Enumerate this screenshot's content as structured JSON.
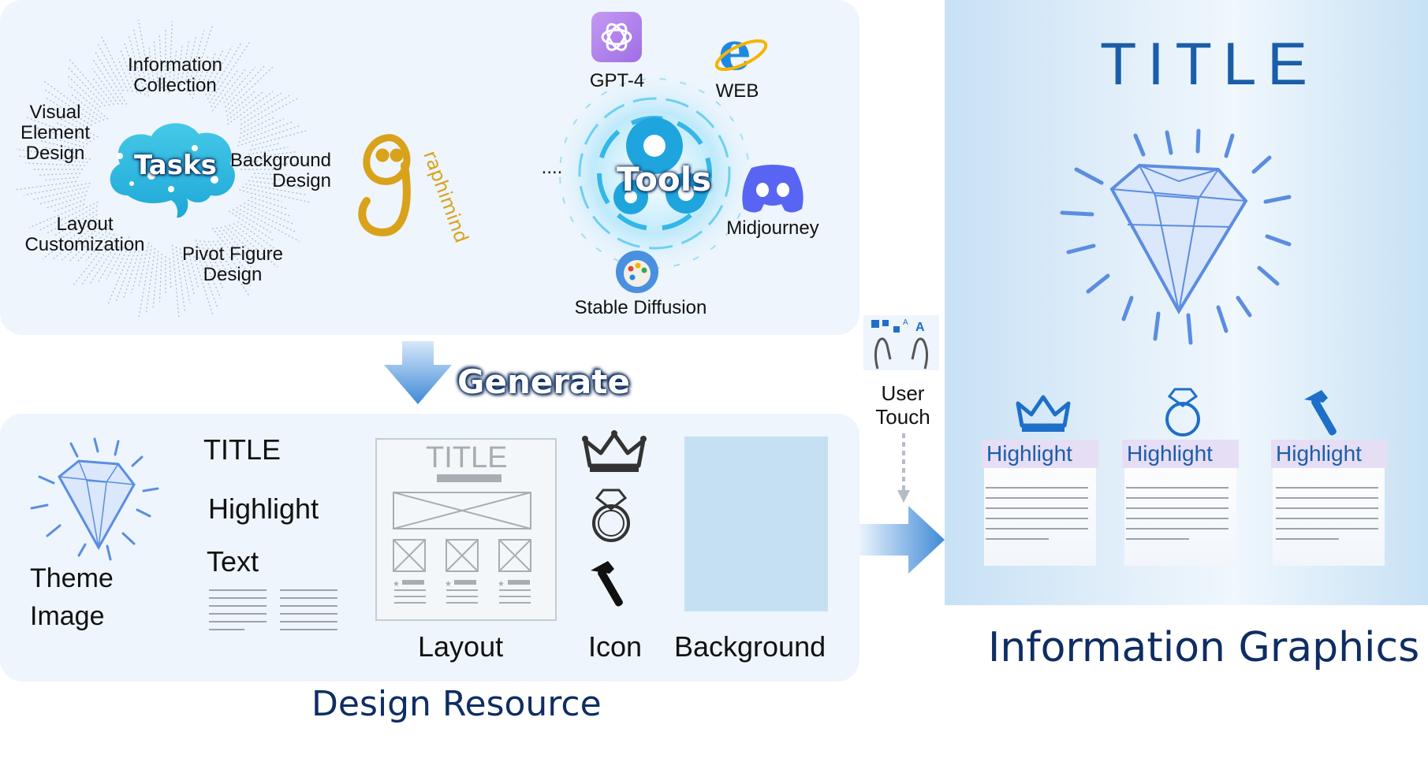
{
  "tasks_panel": {
    "center_label": "Tasks",
    "task_labels": {
      "info": "Information\nCollection",
      "visual": "Visual\nElement\nDesign",
      "background": "Background\nDesign",
      "layout": "Layout\nCustomization",
      "pivot": "Pivot Figure\nDesign"
    },
    "tools_label": "Tools",
    "ellipsis": "....",
    "tools": {
      "gpt": "GPT-4",
      "web": "WEB",
      "midjourney": "Midjourney",
      "stable": "Stable Diffusion"
    }
  },
  "generate_label": "Generate",
  "resource_panel": {
    "theme_image": "Theme\nImage",
    "title": "TITLE",
    "highlight": "Highlight",
    "text": "Text",
    "layout_title": "TITLE",
    "layout": "Layout",
    "icon": "Icon",
    "background": "Background",
    "caption": "Design Resource"
  },
  "user_touch": "User\nTouch",
  "infographic": {
    "title": "TITLE",
    "highlights": [
      "Highlight",
      "Highlight",
      "Highlight"
    ],
    "caption": "Information Graphics"
  },
  "colors": {
    "panel": "#eef5fc",
    "accent": "#1b5ea8",
    "dark_navy": "#0e2d63",
    "arrow": "#4a90d9",
    "highlight_bg": "#e6def5"
  }
}
